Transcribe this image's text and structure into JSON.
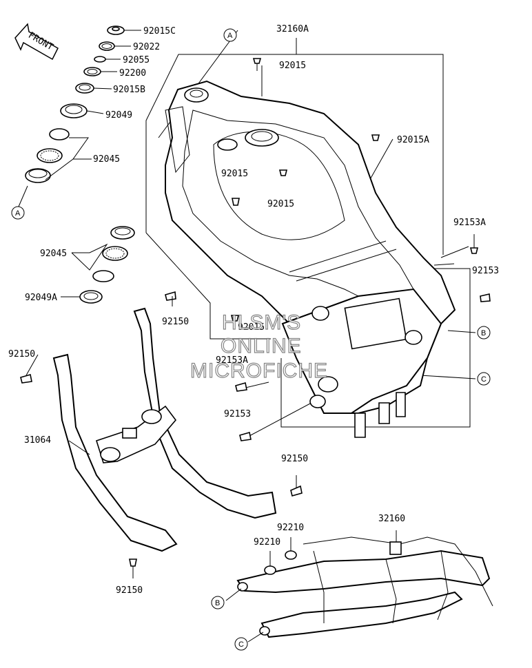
{
  "front_arrow": "FRONT",
  "callouts": [
    "A",
    "A",
    "B",
    "B",
    "C",
    "C"
  ],
  "labels": {
    "p92015C": "92015C",
    "p92022": "92022",
    "p92055": "92055",
    "p92200": "92200",
    "p92015B": "92015B",
    "p92049": "92049",
    "p92045a": "92045",
    "p32160A": "32160A",
    "p92015a": "92015",
    "p92015A": "92015A",
    "p92015b": "92015",
    "p92015c": "92015",
    "p92153A": "92153A",
    "p92153a": "92153",
    "p92045b": "92045",
    "p92049A": "92049A",
    "p92150a": "92150",
    "p92015d": "92015",
    "p92150b": "92150",
    "p92153Ab": "92153A",
    "p92153b": "92153",
    "p31064": "31064",
    "p92150c": "92150",
    "p92210a": "92210",
    "p92210b": "92210",
    "p32160": "32160",
    "p92150d": "92150"
  },
  "watermark": [
    "HLSM'S",
    "ONLINE",
    "MICROFICHE"
  ]
}
